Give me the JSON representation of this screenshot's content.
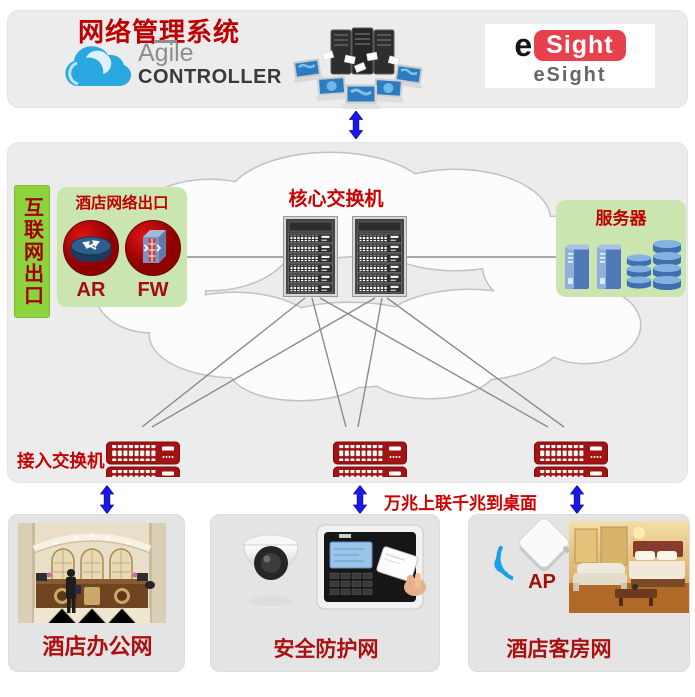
{
  "header": {
    "title": "网络管理系统",
    "agile_line1": "Agile",
    "agile_line2": "CONTROLLER",
    "esight_e": "e",
    "esight_sight": "Sight",
    "esight_caption": "eSight"
  },
  "net": {
    "internet_exit": "互联网出口",
    "hotel_exit_title": "酒店网络出口",
    "ar": "AR",
    "fw": "FW",
    "core_switch": "核心交换机",
    "servers": "服务器",
    "access_switch": "接入交换机",
    "uplink_note": "万兆上联千兆到桌面",
    "ap": "AP"
  },
  "cards": [
    {
      "label": "酒店办公网"
    },
    {
      "label": "安全防护网"
    },
    {
      "label": "酒店客房网"
    }
  ],
  "icons": {
    "agile_cloud": "cloud-icon",
    "management_cluster": "management-computers-icon",
    "router": "router-icon",
    "firewall": "firewall-icon",
    "core_switch": "core-switch-icon",
    "access_switch": "access-switch-icon",
    "server": "server-tower-icon",
    "database": "database-cylinder-icon",
    "wifi": "wifi-waves-icon",
    "ap": "access-point-icon",
    "camera": "dome-camera-icon",
    "terminal": "card-access-terminal-icon",
    "arrow": "up-down-arrow-icon"
  },
  "colors": {
    "accent_red": "#C00000",
    "switch_red": "#A21313",
    "green_label_bg": "#8DD33E",
    "green_box_bg": "#CBE5B0",
    "arrow_blue": "#1A17E8",
    "esight_red": "#E8414E",
    "agile_blue": "#29A8E0",
    "panel_gray": "#ECECEC"
  }
}
